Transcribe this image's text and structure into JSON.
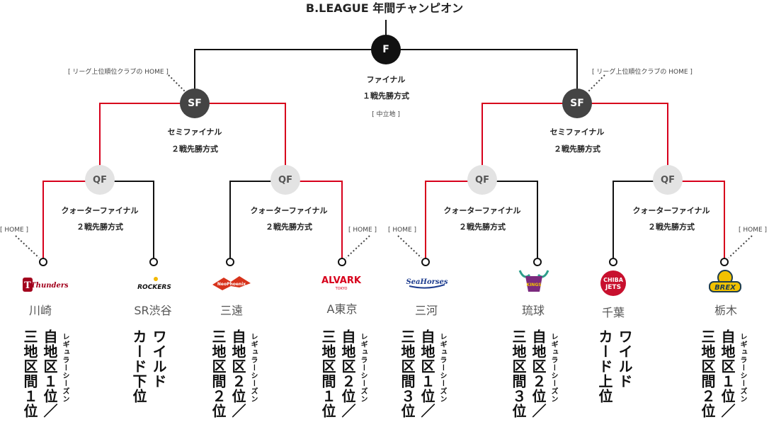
{
  "title": "B.LEAGUE 年間チャンピオン",
  "colors": {
    "red": "#d7001b",
    "black": "#111111",
    "dark": "#444444",
    "light": "#e3e3e3"
  },
  "final": {
    "node": "F",
    "label": "ファイナル",
    "format": "１戦先勝方式",
    "venue": "[ 中立地 ]"
  },
  "semifinal": {
    "node": "SF",
    "label": "セミファイナル",
    "format": "２戦先勝方式",
    "home_note": "[ リーグ上位順位クラブの HOME ]"
  },
  "quarterfinal": {
    "node": "QF",
    "label": "クォーターファイナル",
    "format": "２戦先勝方式"
  },
  "home_label": "[ HOME ]",
  "teams": [
    {
      "name": "川崎",
      "seed_main": [
        "自地区１位／",
        "三地区間１位"
      ],
      "seed_note": "レギュラーシーズン",
      "logo_icon": "kawasaki-brave-thunders-logo",
      "logo_text": "Thunders"
    },
    {
      "name": "SR渋谷",
      "seed_main": [
        "ワイルド",
        "カード下位"
      ],
      "seed_note": "",
      "logo_icon": "sunrockers-shibuya-logo",
      "logo_text": "ROCKERS"
    },
    {
      "name": "三遠",
      "seed_main": [
        "自地区２位／",
        "三地区間２位"
      ],
      "seed_note": "レギュラーシーズン",
      "logo_icon": "sanen-neophoenix-logo",
      "logo_text": "NeoPhoenix"
    },
    {
      "name": "A東京",
      "seed_main": [
        "自地区２位／",
        "三地区間１位"
      ],
      "seed_note": "レギュラーシーズン",
      "logo_icon": "alvark-tokyo-logo",
      "logo_text": "ALVARK",
      "logo_sub": "TOKYO"
    },
    {
      "name": "三河",
      "seed_main": [
        "自地区１位／",
        "三地区間３位"
      ],
      "seed_note": "レギュラーシーズン",
      "logo_icon": "seahorses-mikawa-logo",
      "logo_text": "SeaHorses"
    },
    {
      "name": "琉球",
      "seed_main": [
        "自地区２位／",
        "三地区間３位"
      ],
      "seed_note": "レギュラーシーズン",
      "logo_icon": "ryukyu-golden-kings-logo",
      "logo_text": "KINGS"
    },
    {
      "name": "千葉",
      "seed_main": [
        "ワイルド",
        "カード上位"
      ],
      "seed_note": "",
      "logo_icon": "chiba-jets-logo",
      "logo_text": "CHIBA",
      "logo_sub": "JETS"
    },
    {
      "name": "栃木",
      "seed_main": [
        "自地区１位／",
        "三地区間２位"
      ],
      "seed_note": "レギュラーシーズン",
      "logo_icon": "tochigi-brex-logo",
      "logo_text": "BREX"
    }
  ]
}
